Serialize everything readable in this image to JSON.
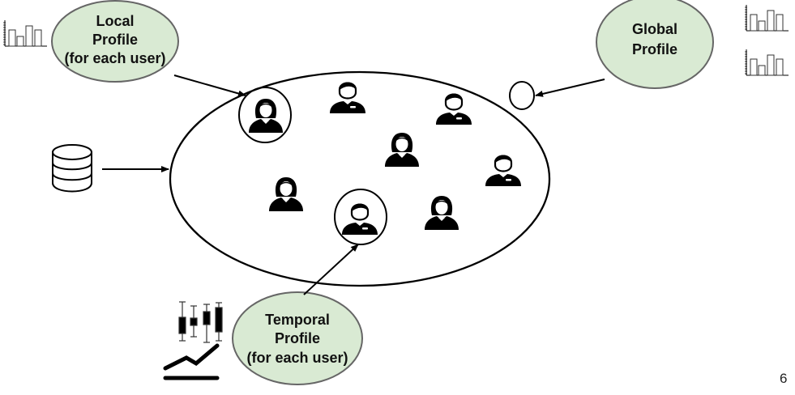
{
  "slide": {
    "page_number": "6",
    "colors": {
      "bubble_fill": "#d9ead3",
      "bubble_stroke": "#666666",
      "stroke": "#000000"
    }
  },
  "bubbles": {
    "local": {
      "lines": [
        "Local",
        "Profile",
        "(for each user)"
      ]
    },
    "global": {
      "lines": [
        "Global",
        "Profile"
      ]
    },
    "temporal": {
      "lines": [
        "Temporal",
        "Profile",
        "(for each user)"
      ]
    }
  },
  "icons": {
    "database": "database-icon",
    "user_male": "user-male-icon",
    "user_female": "user-female-icon",
    "bar_chart": "bar-chart-icon",
    "box_plot": "box-plot-icon",
    "trend_line": "trend-line-icon"
  },
  "users": [
    {
      "gender": "female",
      "highlighted": true
    },
    {
      "gender": "male",
      "highlighted": false
    },
    {
      "gender": "male",
      "highlighted": false
    },
    {
      "gender": "female",
      "highlighted": false
    },
    {
      "gender": "male",
      "highlighted": false
    },
    {
      "gender": "female",
      "highlighted": false
    },
    {
      "gender": "male",
      "highlighted": true
    },
    {
      "gender": "female",
      "highlighted": false
    }
  ]
}
